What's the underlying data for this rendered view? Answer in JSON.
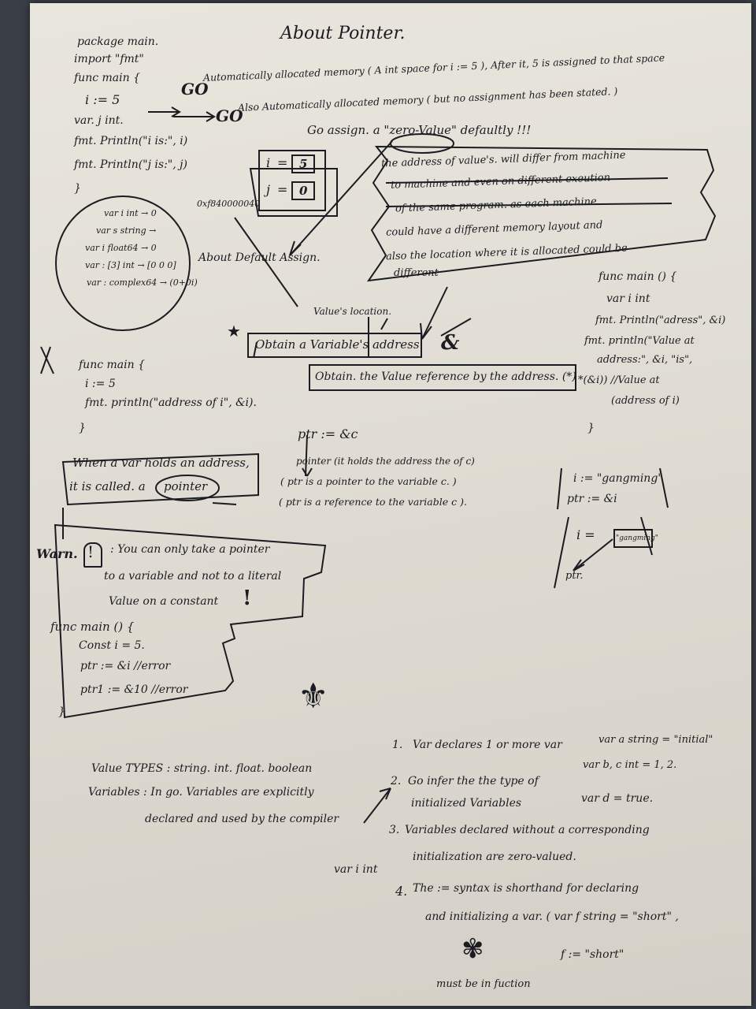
{
  "title": "About Pointer.",
  "code1": [
    "package main.",
    "import \"fmt\"",
    "func main {",
    "i := 5",
    "var. j int.",
    "fmt. Println(\"i is:\", i)",
    "fmt. Println(\"j is:\", j)",
    "}"
  ],
  "go_mark": "GO",
  "note1": "Automatically allocated memory ( A int space for i := 5 ), After it, 5 is assigned to that space",
  "note2": "Also Automatically allocated memory ( but no assignment has been stated. )",
  "note3": "Go assign. a \"zero-Value\" defaultly !!!",
  "mem": {
    "addr": "0xf840000040",
    "i_label": "i",
    "i_val": "5",
    "j_label": "j",
    "j_val": "0"
  },
  "defaults": {
    "items": [
      "var i int → 0",
      "var s string →",
      "var i float64 → 0",
      "var : [3] int → [0 0 0]",
      "var : complex64 → (0+0i)"
    ],
    "label": "About Default Assign."
  },
  "machine_note": [
    "the address of value's. will differ from machine",
    "to machine and even on different exeution",
    "of the same program. as each machine",
    "could have a different memory layout and",
    "also the location where it is allocated could be",
    "different"
  ],
  "value_location": "Value's location.",
  "obtain_address": "Obtain a Variable's address",
  "ampersand": "&",
  "obtain_value": "Obtain. the Value reference by the address. (*)",
  "code2": [
    "func main {",
    "i := 5",
    "fmt. println(\"address of i\", &i).",
    "}"
  ],
  "code3": [
    "func main () {",
    "var i int",
    "fmt. Println(\"adress\", &i)",
    "fmt. println(\"Value at",
    "address:\", &i, \"is\",",
    "*(&i)) //Value at",
    "(address of i)",
    "}"
  ],
  "ptr_def": {
    "code": "ptr := &c",
    "lines": [
      "pointer (it holds the address the of c)",
      "( ptr is a pointer to the variable c. )",
      "( ptr is a reference to the variable c )."
    ]
  },
  "pointer_box": {
    "line1": "When a var holds an address,",
    "line2": "it is called. a",
    "word": "pointer"
  },
  "code4": [
    "i := \"gangming\"",
    "ptr := &i"
  ],
  "diagram2": {
    "i_label": "i =",
    "value": "\"gangming\"",
    "ptr_label": "ptr."
  },
  "warn": {
    "title": "Warn.",
    "text": [
      ": You can only take a pointer",
      "to a variable and not to a literal",
      "Value on a constant"
    ],
    "code": [
      "func main () {",
      "Const i = 5.",
      "ptr := &i //error",
      "ptr1 := &10 //error",
      "}"
    ]
  },
  "values": {
    "l1": "Value TYPES : string. int. float. boolean",
    "l2": "Variables : In go. Variables are explicitly",
    "l3": "declared and used by the compiler"
  },
  "var_int": "var i int",
  "rules": [
    {
      "num": "1.",
      "text": "Var declares 1 or more var",
      "ex": "var a string = \"initial\"",
      "ex2": "var b, c int = 1, 2."
    },
    {
      "num": "2.",
      "text": "Go infer the the type of",
      "text2": "initialized Variables",
      "ex": "var d = true."
    },
    {
      "num": "3.",
      "text": "Variables declared without a corresponding",
      "text2": "initialization are zero-valued."
    },
    {
      "num": "4.",
      "text": "The := syntax is shorthand for declaring",
      "text2": "and initializing a var. ( var f string = \"short\" ,",
      "ex": "f := \"short\""
    }
  ],
  "must": "must be in fuction"
}
